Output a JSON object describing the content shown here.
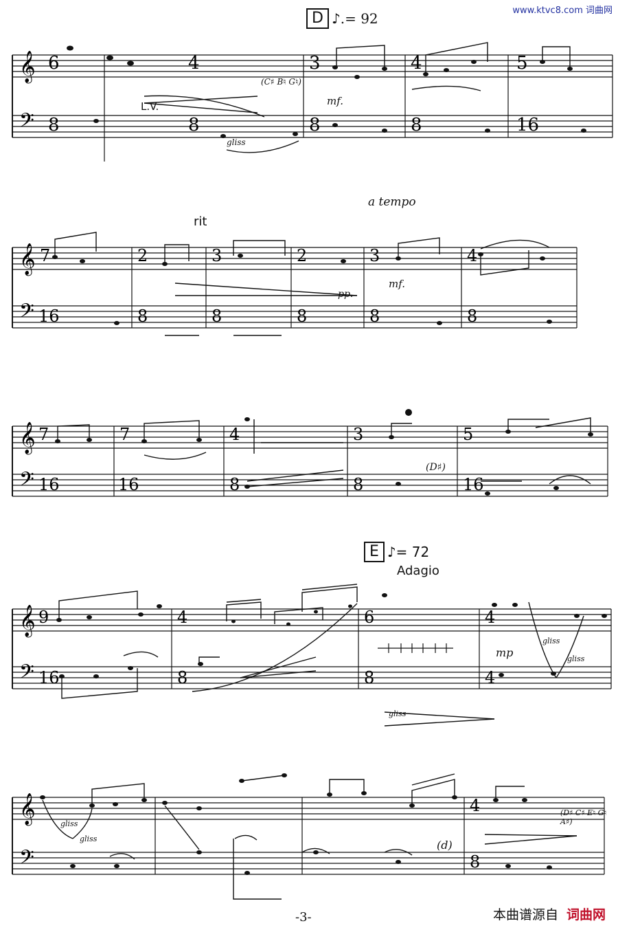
{
  "watermark": "www.ktvc8.com 词曲网",
  "rehearsal_marks": [
    {
      "letter": "D",
      "tempo": "♪.= 92"
    },
    {
      "letter": "E",
      "tempo": "♪= 72",
      "tempo_word": "Adagio"
    }
  ],
  "markings": {
    "lv": "L.V.",
    "gliss": "gliss",
    "rit": "rit",
    "a_tempo": "a tempo",
    "mf": "mf.",
    "mf2": "mf",
    "pp": "pp.",
    "mp": "mp",
    "chord_cbbg": "(C♯ B♮ G♮)",
    "chord_d_sharp": "(D♯)",
    "chord_d": "(d)",
    "chord_dceg": "(D♯ C♯ E♮ G♮ A♯)"
  },
  "footer": {
    "page_number": "-3-",
    "label": "本曲谱源自",
    "site": "词曲网"
  }
}
